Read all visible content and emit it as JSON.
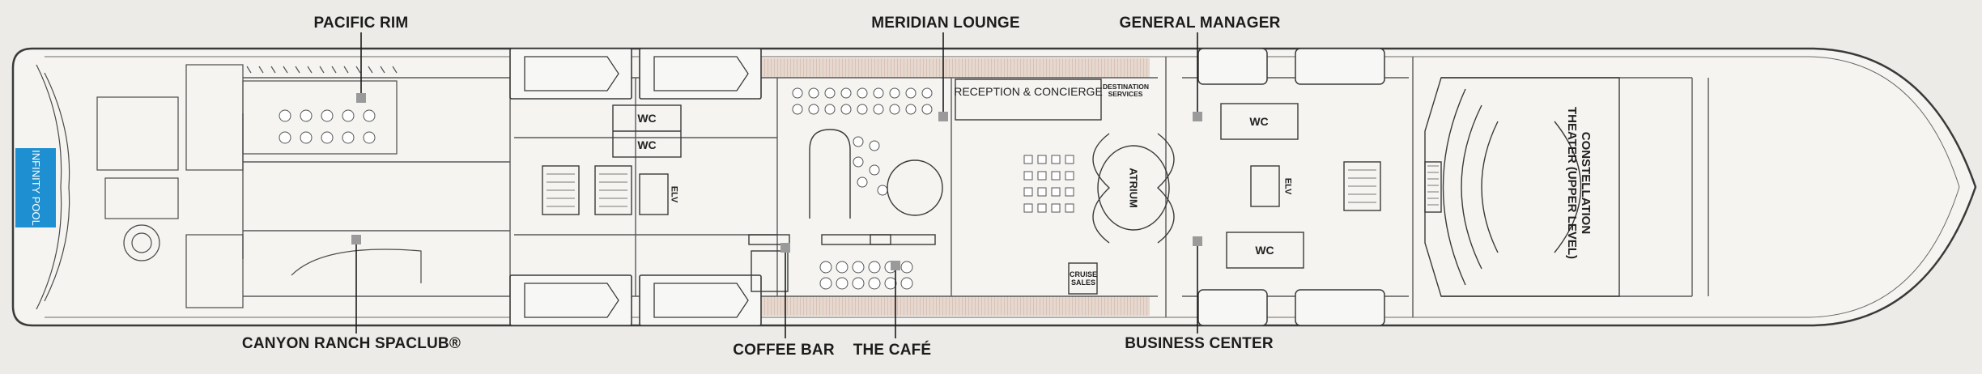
{
  "callouts": {
    "pacific_rim": "PACIFIC RIM",
    "meridian_lounge": "MERIDIAN LOUNGE",
    "general_manager": "GENERAL MANAGER",
    "canyon_ranch": "CANYON RANCH SPACLUB®",
    "coffee_bar": "COFFEE BAR",
    "the_cafe": "THE CAFÉ",
    "business_center": "BUSINESS CENTER"
  },
  "rooms": {
    "infinity_pool": "INFINITY POOL",
    "wc": "WC",
    "elv": "ELV",
    "reception": "RECEPTION & CONCIERGE",
    "destination_services": "DESTINATION SERVICES",
    "atrium": "ATRIUM",
    "cruise_sales": "CRUISE SALES",
    "theater": "CONSTELLATION THEATER (UPPER LEVEL)"
  },
  "colors": {
    "background": "#ecebe7",
    "deck": "#f5f4f1",
    "outline": "#3a3a3a",
    "pool": "#1e8fd0",
    "teak": "#e3d3c8"
  }
}
